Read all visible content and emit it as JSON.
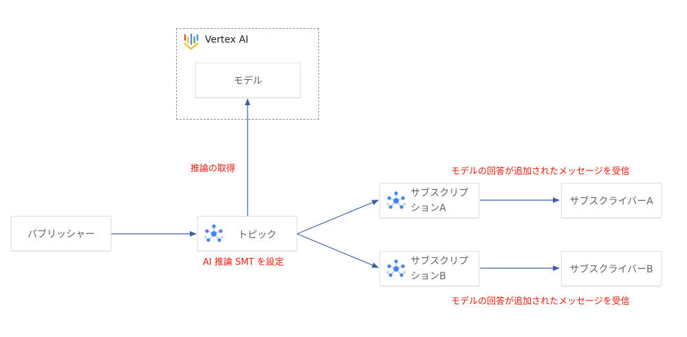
{
  "vertex": {
    "title": "Vertex AI",
    "model_label": "モデル"
  },
  "publisher": {
    "label": "パブリッシャー"
  },
  "topic": {
    "label": "トピック"
  },
  "subscriptions": [
    {
      "line1": "サブスクリプ",
      "line2": "ションA"
    },
    {
      "line1": "サブスクリプ",
      "line2": "ションB"
    }
  ],
  "subscribers": [
    {
      "label": "サブスクライバーA"
    },
    {
      "label": "サブスクライバーB"
    }
  ],
  "annotations": {
    "inference": "推論の取得",
    "smt": "AI 推論 SMT を設定",
    "response_a": "モデルの回答が追加されたメッセージを受信",
    "response_b": "モデルの回答が追加されたメッセージを受信"
  },
  "colors": {
    "arrow": "#3f5ea8",
    "annotation": "#e8180c",
    "icon_blue": "#4285f4",
    "icon_light": "#aecbfa"
  }
}
